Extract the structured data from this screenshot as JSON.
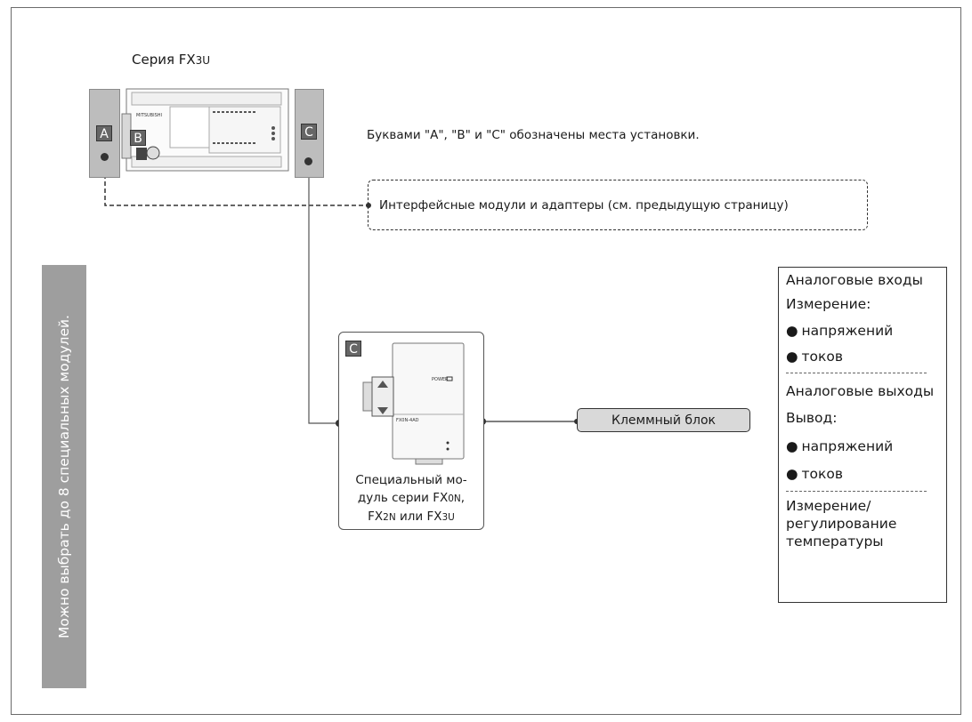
{
  "diagram": {
    "series_title": {
      "main": "Серия FX",
      "sub": "3U"
    },
    "slot_labels": {
      "a": "A",
      "b": "B",
      "c": "C"
    },
    "plc_logo": "MITSUBISHI",
    "location_note": "Буквами \"A\", \"B\" и \"C\" обозначены места установки.",
    "interface_box": "Интерфейсные модули и адаптеры (см. предыдущую страницу)",
    "sidebar_text": "Можно выбрать до 8 специальных модулей.",
    "module": {
      "slot_label": "C",
      "power_label": "POWER",
      "model_label": "FX0N-4AD",
      "caption": {
        "line1": "Специальный мо-",
        "line2_a": "дуль серии FX",
        "line2_sub": "0N",
        "line2_b": ",",
        "line3_a": "FX",
        "line3_sub": "2N",
        "line3_b": " или FX",
        "line3_sub2": "3U"
      }
    },
    "terminal_block": "Клеммный блок",
    "functions_panel": {
      "analog_inputs": "Аналоговые входы",
      "measurement": "Измерение:",
      "voltages_1": "напряжений",
      "currents_1": "токов",
      "separator_1": "------------------------",
      "analog_outputs": "Аналоговые выходы",
      "output": "Вывод:",
      "voltages_2": "напряжений",
      "currents_2": "токов",
      "separator_2": "------------------------",
      "temp_1": "Измерение/",
      "temp_2": "регулирование",
      "temp_3": "температуры"
    }
  }
}
